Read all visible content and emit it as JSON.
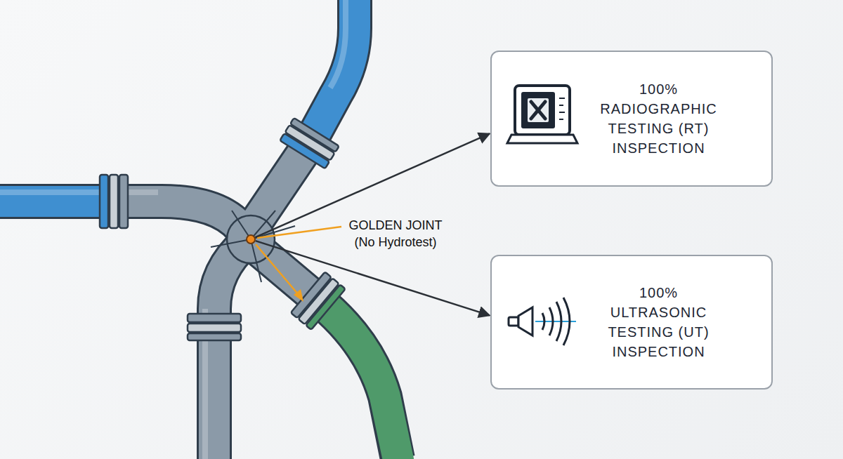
{
  "diagram": {
    "nodes": [
      {
        "text": [
          "GOLDEN JOINT (No Hydrotest)"
        ]
      },
      {
        "text": [
          "100% RADIOGRAPHIC TESTING (RT) INSPECTION"
        ]
      },
      {
        "text": [
          "100% ULTRASONIC TESTING (UT) INSPECTION"
        ]
      }
    ],
    "edges": [
      {
        "from": 0,
        "to": 1,
        "arrow": "to"
      },
      {
        "from": 0,
        "to": 2,
        "arrow": "to"
      }
    ]
  }
}
